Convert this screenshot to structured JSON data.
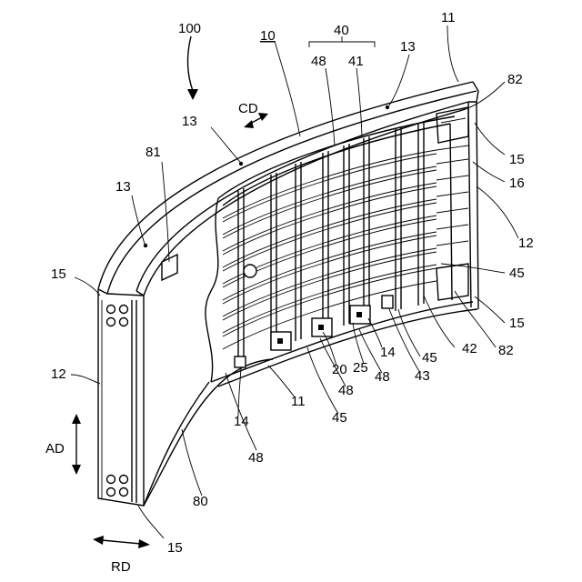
{
  "labels": {
    "ref_100": "100",
    "ref_10": "10",
    "ref_40": "40",
    "ref_48_top": "48",
    "ref_41": "41",
    "ref_13_top": "13",
    "ref_11_top": "11",
    "ref_82_top": "82",
    "ref_cd": "CD",
    "ref_13_left": "13",
    "ref_81": "81",
    "ref_13_far": "13",
    "ref_15_right_top": "15",
    "ref_16": "16",
    "ref_12_right": "12",
    "ref_45_right": "45",
    "ref_15_left": "15",
    "ref_15_right_bottom": "15",
    "ref_82_bottom": "82",
    "ref_42": "42",
    "ref_45_mid": "45",
    "ref_43": "43",
    "ref_14_mid": "14",
    "ref_25": "25",
    "ref_20": "20",
    "ref_48_mid": "48",
    "ref_48_low": "48",
    "ref_12_left": "12",
    "ref_11_bottom": "11",
    "ref_45_bottom": "45",
    "ref_14_left": "14",
    "ref_ad": "AD",
    "ref_48_bottom": "48",
    "ref_80": "80",
    "ref_15_bottom": "15",
    "ref_rd": "RD"
  }
}
